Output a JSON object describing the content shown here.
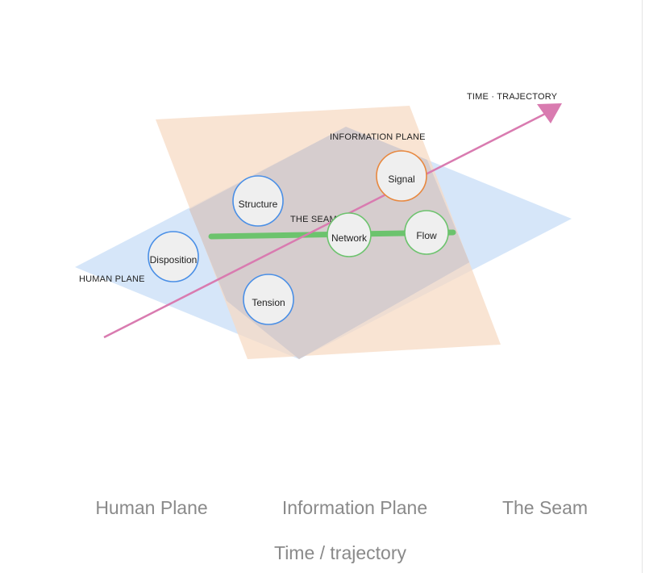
{
  "diagram": {
    "planes": {
      "human": {
        "label": "HUMAN PLANE",
        "fill": "#cfe2f8"
      },
      "information": {
        "label": "INFORMATION PLANE",
        "fill": "#f6d9c2"
      },
      "seam": {
        "label": "THE SEAM",
        "color": "#6cc36d"
      },
      "time": {
        "label": "TIME · TRAJECTORY",
        "color": "#d97bb0"
      }
    },
    "nodes": [
      {
        "id": "structure",
        "label": "Structure",
        "plane": "human",
        "stroke": "#4a8fe6"
      },
      {
        "id": "disposition",
        "label": "Disposition",
        "plane": "human",
        "stroke": "#4a8fe6"
      },
      {
        "id": "tension",
        "label": "Tension",
        "plane": "human",
        "stroke": "#4a8fe6"
      },
      {
        "id": "signal",
        "label": "Signal",
        "plane": "information",
        "stroke": "#e8883f"
      },
      {
        "id": "network",
        "label": "Network",
        "plane": "seam",
        "stroke": "#6cc36d"
      },
      {
        "id": "flow",
        "label": "Flow",
        "plane": "seam",
        "stroke": "#6cc36d"
      }
    ]
  },
  "legend": {
    "human": "Human Plane",
    "information": "Information Plane",
    "seam": "The Seam",
    "time": "Time / trajectory"
  }
}
